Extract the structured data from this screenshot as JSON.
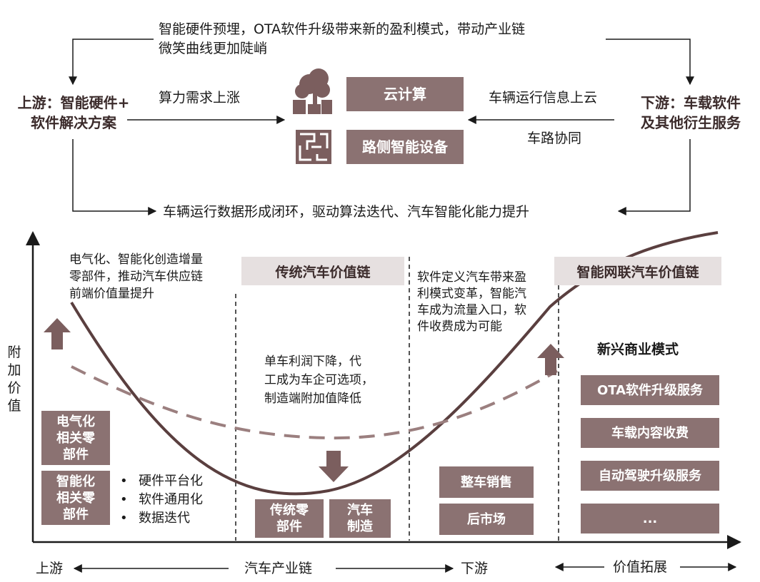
{
  "top": {
    "line1": "智能硬件预埋，OTA软件升级带来新的盈利模式，带动产业链",
    "line2": "微笑曲线更加陡峭",
    "upstream": "上游：智能硬件+\n软件解决方案",
    "downstream": "下游：车载软件\n及其他衍生服务",
    "compute_demand": "算力需求上涨",
    "vehicle_info": "车辆运行信息上云",
    "v2x": "车路协同",
    "cloud_box": "云计算",
    "roadside_box": "路侧智能设备",
    "closed_loop": "车辆运行数据形成闭环，驱动算法迭代、汽车智能化能力提升"
  },
  "chart": {
    "y_axis_label": "附\n加\n价\n值",
    "upstream_note": "电气化、智能化创造增量\n零部件，推动汽车供应链\n前端价值量提升",
    "traditional_header": "传统汽车价值链",
    "smart_header": "智能网联汽车价值链",
    "middle_note": "单车利润下降，代\n工成为车企可选项，\n制造端附加值降低",
    "software_note": "软件定义汽车带来盈\n利模式变革，智能汽\n车成为流量入口，软\n件收费成为可能",
    "new_models_title": "新兴商业模式",
    "box_elec": "电气化\n相关零\n部件",
    "box_smart": "智能化\n相关零\n部件",
    "bullets": [
      "硬件平台化",
      "软件通用化",
      "数据迭代"
    ],
    "box_trad_parts": "传统零\n部件",
    "box_manufacture": "汽车\n制造",
    "box_sales": "整车销售",
    "box_aftermarket": "后市场",
    "new_models": [
      "OTA软件升级服务",
      "车载内容收费",
      "自动驾驶升级服务",
      "..."
    ]
  },
  "axis": {
    "upstream": "上游",
    "chain": "汽车产业链",
    "downstream": "下游",
    "extension": "价值拓展"
  },
  "colors": {
    "box": "#8b7272",
    "box_light": "#e6e0e0",
    "curve": "#5a3f3f",
    "dashed": "#9b7f7f",
    "arrow": "#7b5e5e"
  }
}
